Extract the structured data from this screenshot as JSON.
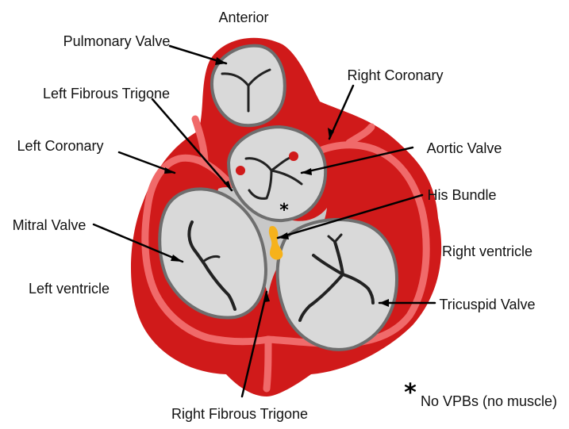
{
  "labels": {
    "anterior": "Anterior",
    "pulmonary_valve": "Pulmonary Valve",
    "right_coronary": "Right Coronary",
    "left_fibrous_trigone": "Left Fibrous Trigone",
    "left_coronary": "Left Coronary",
    "aortic_valve": "Aortic Valve",
    "his_bundle": "His Bundle",
    "mitral_valve": "Mitral Valve",
    "right_ventricle": "Right ventricle",
    "left_ventricle": "Left ventricle",
    "tricuspid_valve": "Tricuspid Valve",
    "right_fibrous_trigone": "Right Fibrous Trigone",
    "asterisk": "*",
    "legend_text": "No VPBs (no muscle)"
  },
  "colors": {
    "myocardium": "#d01a1a",
    "coronary": "#f06a6a",
    "fibrous": "#c8c8c8",
    "valve": "#d9d9d9",
    "outline": "#6e6e6e",
    "his_bundle": "#f6b21b"
  }
}
